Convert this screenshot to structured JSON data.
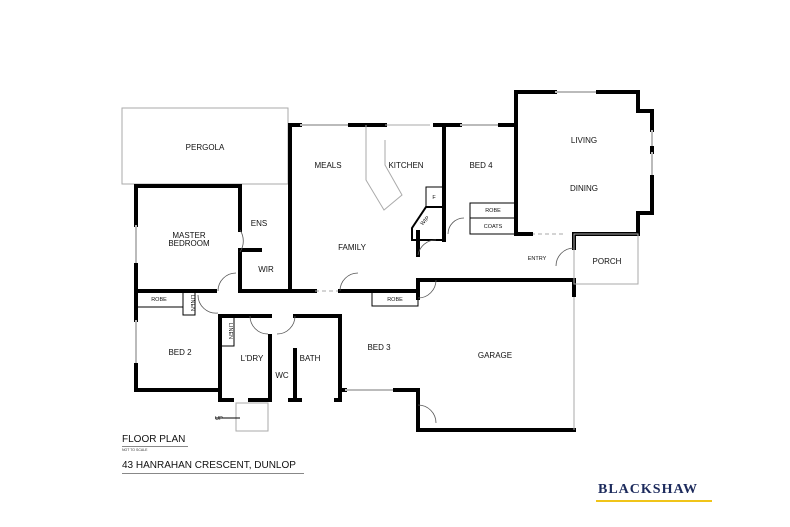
{
  "plan": {
    "rooms": {
      "pergola": "PERGOLA",
      "meals": "MEALS",
      "kitchen": "KITCHEN",
      "bed4": "BED 4",
      "living": "LIVING",
      "dining": "DINING",
      "master_line1": "MASTER",
      "master_line2": "BEDROOM",
      "ens": "ENS",
      "wir": "WIR",
      "family": "FAMILY",
      "robe_bed4": "ROBE",
      "coats": "COATS",
      "entry": "ENTRY",
      "porch": "PORCH",
      "robe_bed2": "ROBE",
      "linen1": "LINEN",
      "robe_bed3": "ROBE",
      "linen2": "LINEN",
      "bed2": "BED 2",
      "ldry": "L'DRY",
      "wc": "WC",
      "bath": "BATH",
      "bed3": "BED 3",
      "garage": "GARAGE",
      "fridge": "F",
      "wip": "WIP",
      "up": "UP"
    }
  },
  "footer": {
    "title": "FLOOR PLAN",
    "scale_note": "NOT TO SCALE",
    "address": "43 HANRAHAN CRESCENT, DUNLOP"
  },
  "brand": {
    "name": "BLACKSHAW",
    "color": "#1c2a5c",
    "accent": "#f0c419"
  }
}
